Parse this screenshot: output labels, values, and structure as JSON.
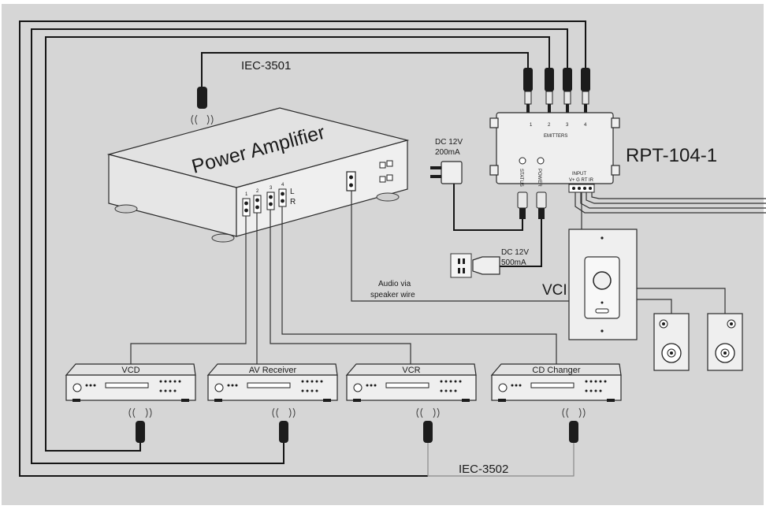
{
  "labels": {
    "iec_top": "IEC-3501",
    "iec_bottom": "IEC-3502",
    "amplifier": "Power Amplifier",
    "rpt": "RPT-104-1",
    "vci": "VCI",
    "dc_top_line1": "DC 12V",
    "dc_top_line2": "200mA",
    "dc_mid_line1": "DC 12V",
    "dc_mid_line2": "500mA",
    "audio_line1": "Audio via",
    "audio_line2": "speaker wire",
    "amp_channel_1": "1",
    "amp_channel_2": "2",
    "amp_channel_3": "3",
    "amp_channel_4": "4",
    "amp_left": "L",
    "amp_right": "R",
    "rpt_emitter_1": "1",
    "rpt_emitter_2": "2",
    "rpt_emitter_3": "3",
    "rpt_emitter_4": "4",
    "rpt_emitters": "EMITTERS",
    "rpt_status": "STATUS",
    "rpt_power": "POWER",
    "rpt_input": "INPUT",
    "rpt_input_pins": "V+ G RT IR"
  },
  "devices": [
    {
      "label": "VCD"
    },
    {
      "label": "AV Receiver"
    },
    {
      "label": "VCR"
    },
    {
      "label": "CD Changer"
    }
  ],
  "colors": {
    "background": "#d6d6d6",
    "wire": "#151515",
    "equipment_fill": "#efefef"
  }
}
